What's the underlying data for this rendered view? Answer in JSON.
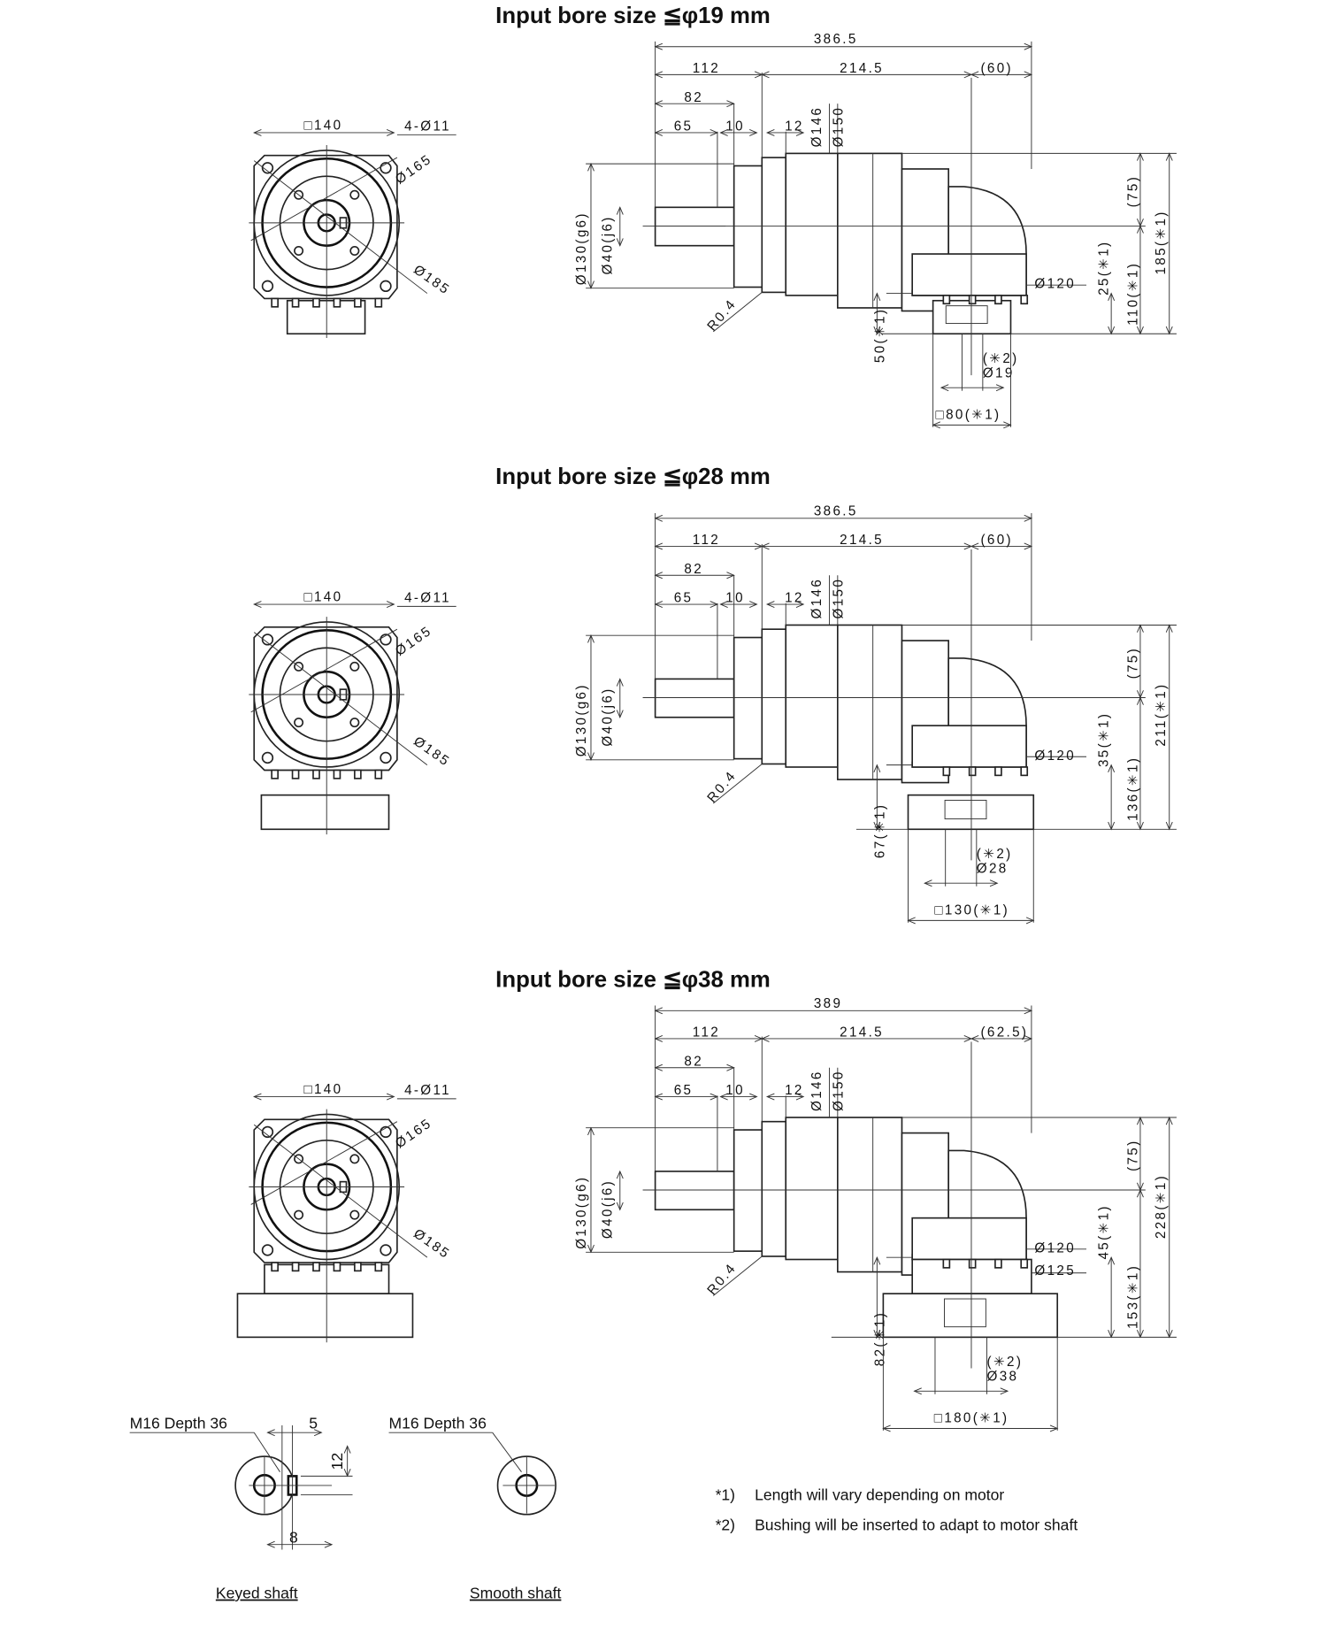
{
  "views": [
    {
      "title": "Input bore size  ≦φ19 mm",
      "overall_length": "386.5",
      "d112": "112",
      "d214": "214.5",
      "d_right": "(60)",
      "d82": "82",
      "d65": "65",
      "d10": "10",
      "d12": "12",
      "phi146": "Ø146",
      "phi150": "Ø150",
      "phi130": "Ø130(g6)",
      "phi40": "Ø40(j6)",
      "r04": "R0.4",
      "d75": "(75)",
      "total_h": "185(✳1)",
      "mid_h": "110(✳1)",
      "small_h": "25(✳1)",
      "adapter_h": "50(✳1)",
      "phi120": "Ø120",
      "phi125": null,
      "bush_note": "(✳2)",
      "bush_dia": "Ø19",
      "adapter_sq": "□80(✳1)",
      "front_sq": "□140",
      "front_holes": "4-Ø11",
      "front_phi165": "Ø165",
      "front_phi185": "Ø185"
    },
    {
      "title": "Input bore size  ≦φ28 mm",
      "overall_length": "386.5",
      "d112": "112",
      "d214": "214.5",
      "d_right": "(60)",
      "d82": "82",
      "d65": "65",
      "d10": "10",
      "d12": "12",
      "phi146": "Ø146",
      "phi150": "Ø150",
      "phi130": "Ø130(g6)",
      "phi40": "Ø40(j6)",
      "r04": "R0.4",
      "d75": "(75)",
      "total_h": "211(✳1)",
      "mid_h": "136(✳1)",
      "small_h": "35(✳1)",
      "adapter_h": "67(✳1)",
      "phi120": "Ø120",
      "phi125": null,
      "bush_note": "(✳2)",
      "bush_dia": "Ø28",
      "adapter_sq": "□130(✳1)",
      "front_sq": "□140",
      "front_holes": "4-Ø11",
      "front_phi165": "Ø165",
      "front_phi185": "Ø185"
    },
    {
      "title": "Input bore size  ≦φ38 mm",
      "overall_length": "389",
      "d112": "112",
      "d214": "214.5",
      "d_right": "(62.5)",
      "d82": "82",
      "d65": "65",
      "d10": "10",
      "d12": "12",
      "phi146": "Ø146",
      "phi150": "Ø150",
      "phi130": "Ø130(g6)",
      "phi40": "Ø40(j6)",
      "r04": "R0.4",
      "d75": "(75)",
      "total_h": "228(✳1)",
      "mid_h": "153(✳1)",
      "small_h": "45(✳1)",
      "adapter_h": "82(✳1)",
      "phi120": "Ø120",
      "phi125": "Ø125",
      "bush_note": "(✳2)",
      "bush_dia": "Ø38",
      "adapter_sq": "□180(✳1)",
      "front_sq": "□140",
      "front_holes": "4-Ø11",
      "front_phi165": "Ø165",
      "front_phi185": "Ø185"
    }
  ],
  "shafts": {
    "keyed": {
      "caption": "Keyed shaft",
      "thread": "M16 Depth 36",
      "key_w": "5",
      "key_h": "8",
      "key_pos": "12"
    },
    "smooth": {
      "caption": "Smooth shaft",
      "thread": "M16 Depth 36"
    }
  },
  "notes": [
    {
      "mark": "*1)",
      "text": "Length will vary depending on motor"
    },
    {
      "mark": "*2)",
      "text": "Bushing will be inserted to adapt to motor shaft"
    }
  ]
}
